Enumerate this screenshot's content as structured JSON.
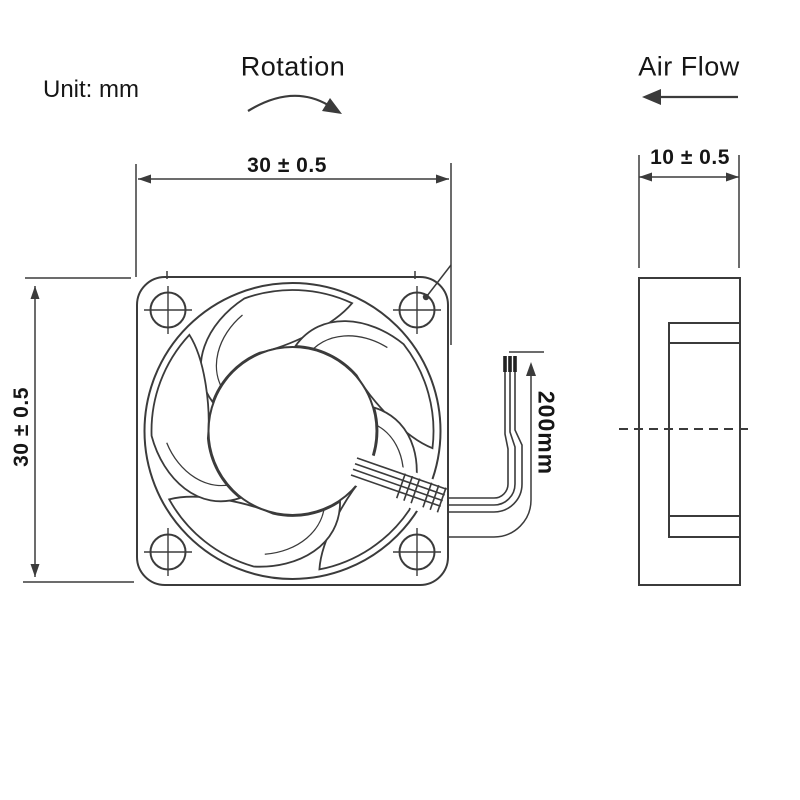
{
  "title": "Cooling fan dimensional drawing",
  "labels": {
    "unit": "Unit: mm",
    "rotation": "Rotation",
    "air_flow": "Air Flow"
  },
  "dimensions": {
    "front_width": "30 ± 0.5",
    "front_height": "30 ± 0.5",
    "side_depth": "10 ± 0.5",
    "wire_length": "200mm"
  },
  "colors": {
    "line": "#3b3b3b",
    "text": "#161616",
    "background": "#ffffff"
  },
  "views": {
    "front": "fan front view with 5 blades, hub and 4 mounting holes",
    "side": "fan side profile view with dashed centerline",
    "wires": "3 lead wires, length dimensioned 200mm"
  }
}
